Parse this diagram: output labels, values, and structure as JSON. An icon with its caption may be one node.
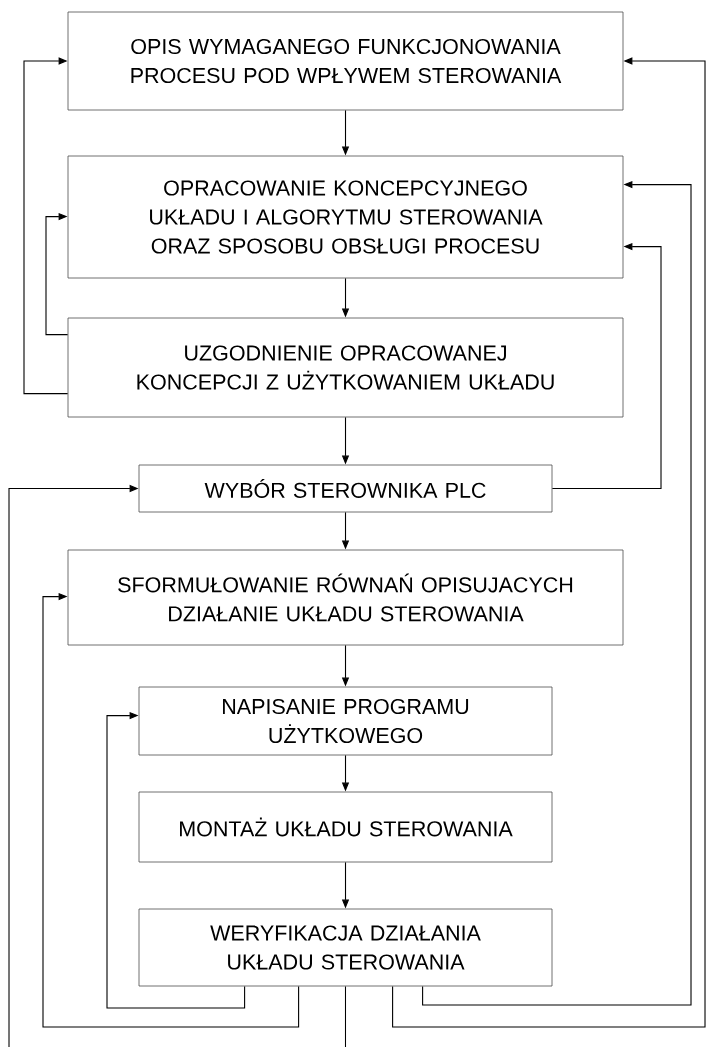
{
  "diagram": {
    "nodes": [
      {
        "text": [
          "OPIS WYMAGANEGO FUNKCJONOWANIA PROCESU POD WPŁYWEM STEROWANIA"
        ]
      },
      {
        "text": [
          "OPRACOWANIE KONCEPCYJNEGO UKŁADU I ALGORYTMU STEROWANIA ORAZ SPOSOBU OBSŁUGI PROCESU"
        ]
      },
      {
        "text": [
          "UZGODNIENIE OPRACOWANEJ KONCEPCJI Z UŻYTKOWANIEM UKŁADU"
        ]
      },
      {
        "text": [
          "WYBÓR STEROWNIKA PLC"
        ]
      },
      {
        "text": [
          "SFORMUŁOWANIE RÓWNAŃ OPISUJACYCH DZIAŁANIE UKŁADU STEROWANIA"
        ]
      },
      {
        "text": [
          "NAPISANIE PROGRAMU UŻYTKOWEGO"
        ]
      },
      {
        "text": [
          "MONTAŻ UKŁADU STEROWANIA"
        ]
      },
      {
        "text": [
          "WERYFIKACJA DZIAŁANIA UKŁADU STEROWANIA"
        ]
      }
    ],
    "edges": [
      {
        "from": 0,
        "to": 1,
        "arrow": "to"
      },
      {
        "from": 1,
        "to": 2,
        "arrow": "to"
      },
      {
        "from": 2,
        "to": 3,
        "arrow": "to"
      },
      {
        "from": 3,
        "to": 4,
        "arrow": "to"
      },
      {
        "from": 4,
        "to": 5,
        "arrow": "to"
      },
      {
        "from": 5,
        "to": 6,
        "arrow": "to"
      },
      {
        "from": 6,
        "to": 7,
        "arrow": "to"
      },
      {
        "from": 2,
        "to": 1,
        "arrow": "to"
      },
      {
        "from": 2,
        "to": 0,
        "arrow": "to"
      },
      {
        "from": 3,
        "to": 1,
        "arrow": "to"
      },
      {
        "from": 7,
        "to": 5,
        "arrow": "to"
      },
      {
        "from": 7,
        "to": 4,
        "arrow": "to"
      },
      {
        "from": 7,
        "to": 1,
        "arrow": "to"
      },
      {
        "from": 7,
        "to": 0,
        "arrow": "to"
      },
      {
        "from": 7,
        "to": null,
        "arrow": "none"
      },
      {
        "from": null,
        "to": 3,
        "arrow": "to"
      }
    ]
  }
}
